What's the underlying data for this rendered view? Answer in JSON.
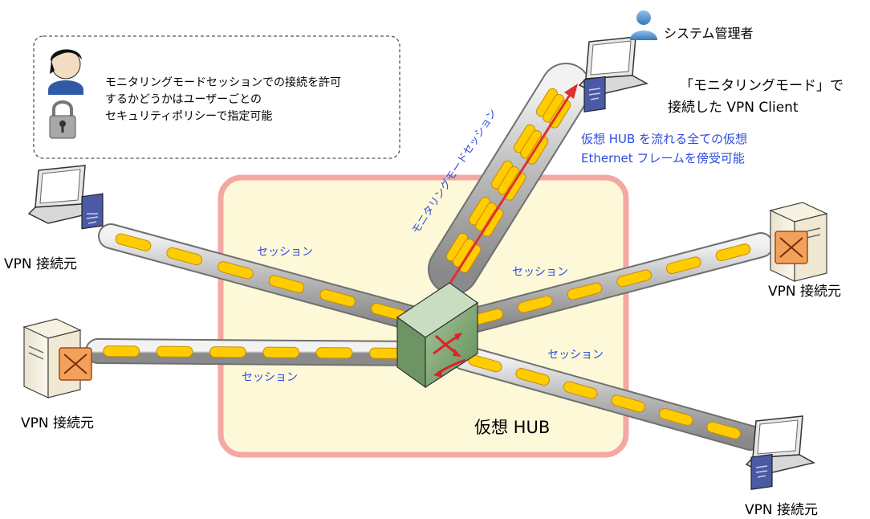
{
  "note": {
    "line1": "モニタリングモードセッションでの接続を許可",
    "line2": "するかどうかはユーザーごとの",
    "line3": "セキュリティポリシーで指定可能"
  },
  "admin_label": "システム管理者",
  "monitor_client": {
    "line1": "「モニタリングモード」で",
    "line2": "接続した VPN Client"
  },
  "capture_note": {
    "line1": "仮想 HUB を流れる全ての仮想",
    "line2": "Ethernet フレームを傍受可能"
  },
  "monitoring_session_label": "モニタリングモードセッション",
  "session_labels": [
    "セッション",
    "セッション",
    "セッション",
    "セッション"
  ],
  "endpoint_labels": [
    "VPN 接続元",
    "VPN 接続元",
    "VPN 接続元",
    "VPN 接続元"
  ],
  "hub_label": "仮想 HUB",
  "colors": {
    "hub_area_fill": "#fdf9d8",
    "hub_area_border": "#f4a8a4",
    "tube": "#b8b8b8",
    "packet": "#ffcc00",
    "label_blue": "#2f4be0",
    "monitor_line": "#e03030",
    "switch": "#7aa070"
  }
}
